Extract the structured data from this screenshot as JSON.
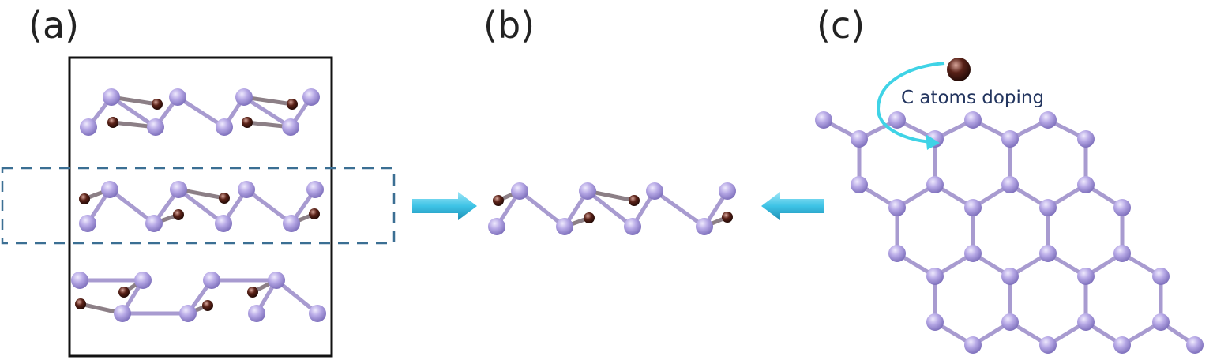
{
  "panels": {
    "a": {
      "label": "(a)"
    },
    "b": {
      "label": "(b)"
    },
    "c": {
      "label": "(c)",
      "annotation": "C atoms doping"
    }
  },
  "colors": {
    "host_atom": "#b1a3e2",
    "carbon_atom": "#4a1a14",
    "bond": "#a89bd0",
    "arrow": "#3ec3e6",
    "dashed_box": "#3b6f93",
    "frame": "#111111"
  }
}
